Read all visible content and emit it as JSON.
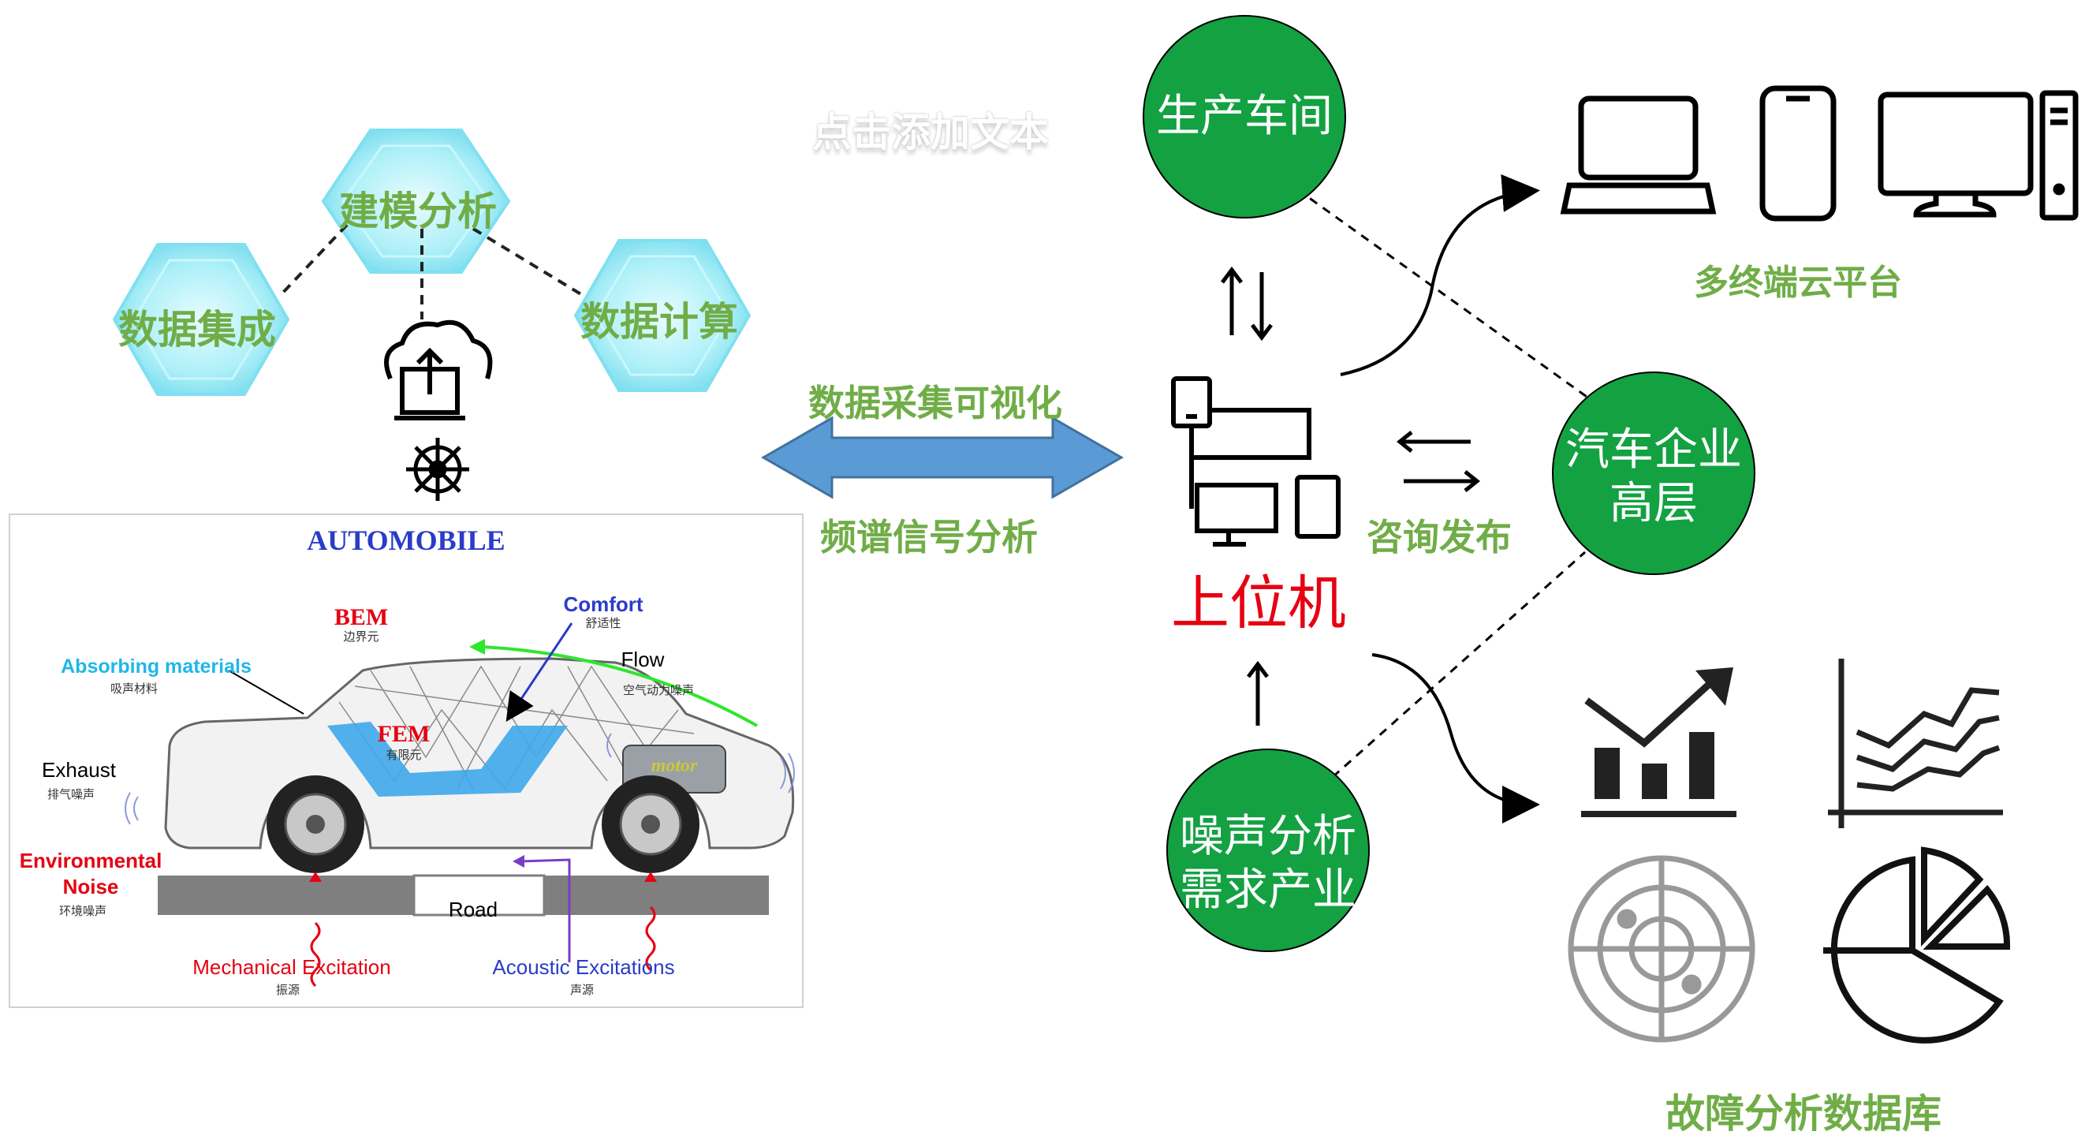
{
  "placeholder_text": "点击添加文本",
  "hexagons": {
    "top": "建模分析",
    "left": "数据集成",
    "right": "数据计算"
  },
  "arrow_labels": {
    "top": "数据采集可视化",
    "bottom": "频谱信号分析"
  },
  "host": {
    "label": "上位机",
    "consult": "咨询发布"
  },
  "nodes": {
    "workshop": "生产车间",
    "executives_line1": "汽车企业",
    "executives_line2": "高层",
    "noise_line1": "噪声分析",
    "noise_line2": "需求产业"
  },
  "platforms": {
    "cloud": "多终端云平台",
    "database": "故障分析数据库"
  },
  "automobile": {
    "title": "AUTOMOBILE",
    "bem": "BEM",
    "bem_cn": "边界元",
    "comfort": "Comfort",
    "comfort_cn": "舒适性",
    "absorbing": "Absorbing materials",
    "absorbing_cn": "吸声材料",
    "flow": "Flow",
    "flow_cn": "空气动力噪声",
    "fem": "FEM",
    "fem_cn": "有限元",
    "exhaust": "Exhaust",
    "exhaust_cn": "排气噪声",
    "env1": "Environmental",
    "env2": "Noise",
    "env_cn": "环境噪声",
    "motor": "motor",
    "road": "Road",
    "mech": "Mechanical Excitation",
    "mech_cn": "振源",
    "acoustic": "Acoustic Excitations",
    "acoustic_cn": "声源"
  },
  "colors": {
    "node_green": "#13a142",
    "label_green": "#70ad47",
    "arrow_blue": "#5b9bd5",
    "host_red": "#e60012",
    "hex_cyan": "#aef0f8"
  }
}
